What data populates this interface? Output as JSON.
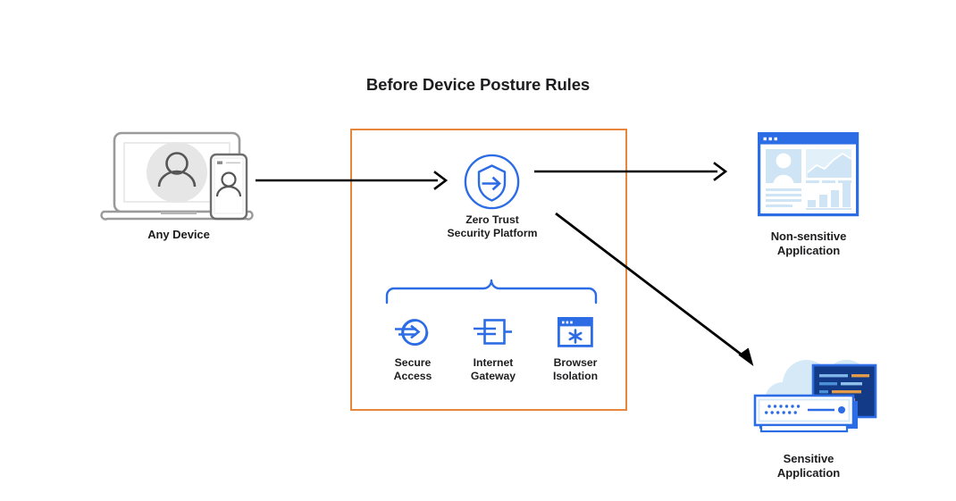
{
  "diagram": {
    "title": "Before Device Posture Rules",
    "nodes": {
      "device": {
        "label": "Any Device",
        "icon": "laptop-phone-user-icon"
      },
      "platform": {
        "label_line1": "Zero Trust",
        "label_line2": "Security Platform",
        "icon": "shield-arrow-icon"
      },
      "non_sensitive": {
        "label_line1": "Non-sensitive",
        "label_line2": "Application",
        "icon": "browser-dashboard-icon"
      },
      "sensitive": {
        "label_line1": "Sensitive",
        "label_line2": "Application",
        "icon": "cloud-server-icon"
      }
    },
    "services": [
      {
        "label_line1": "Secure",
        "label_line2": "Access",
        "icon": "arrow-into-circle-icon"
      },
      {
        "label_line1": "Internet",
        "label_line2": "Gateway",
        "icon": "gateway-square-icon"
      },
      {
        "label_line1": "Browser",
        "label_line2": "Isolation",
        "icon": "browser-asterisk-icon"
      }
    ],
    "connectors": [
      {
        "name": "device-to-platform",
        "style": "straight-arrow"
      },
      {
        "name": "platform-to-non-sensitive",
        "style": "straight-arrow"
      },
      {
        "name": "platform-to-sensitive",
        "style": "diagonal-arrow"
      },
      {
        "name": "services-brace",
        "style": "curly-brace"
      }
    ],
    "colors": {
      "accent_blue": "#2c6ce4",
      "orange_border": "#e8863c",
      "arrow_black": "#000000",
      "text_dark": "#1d1d1f",
      "grey_device": "#707070",
      "light_blue": "#cfe4f5",
      "navy": "#0d2f7a"
    }
  }
}
